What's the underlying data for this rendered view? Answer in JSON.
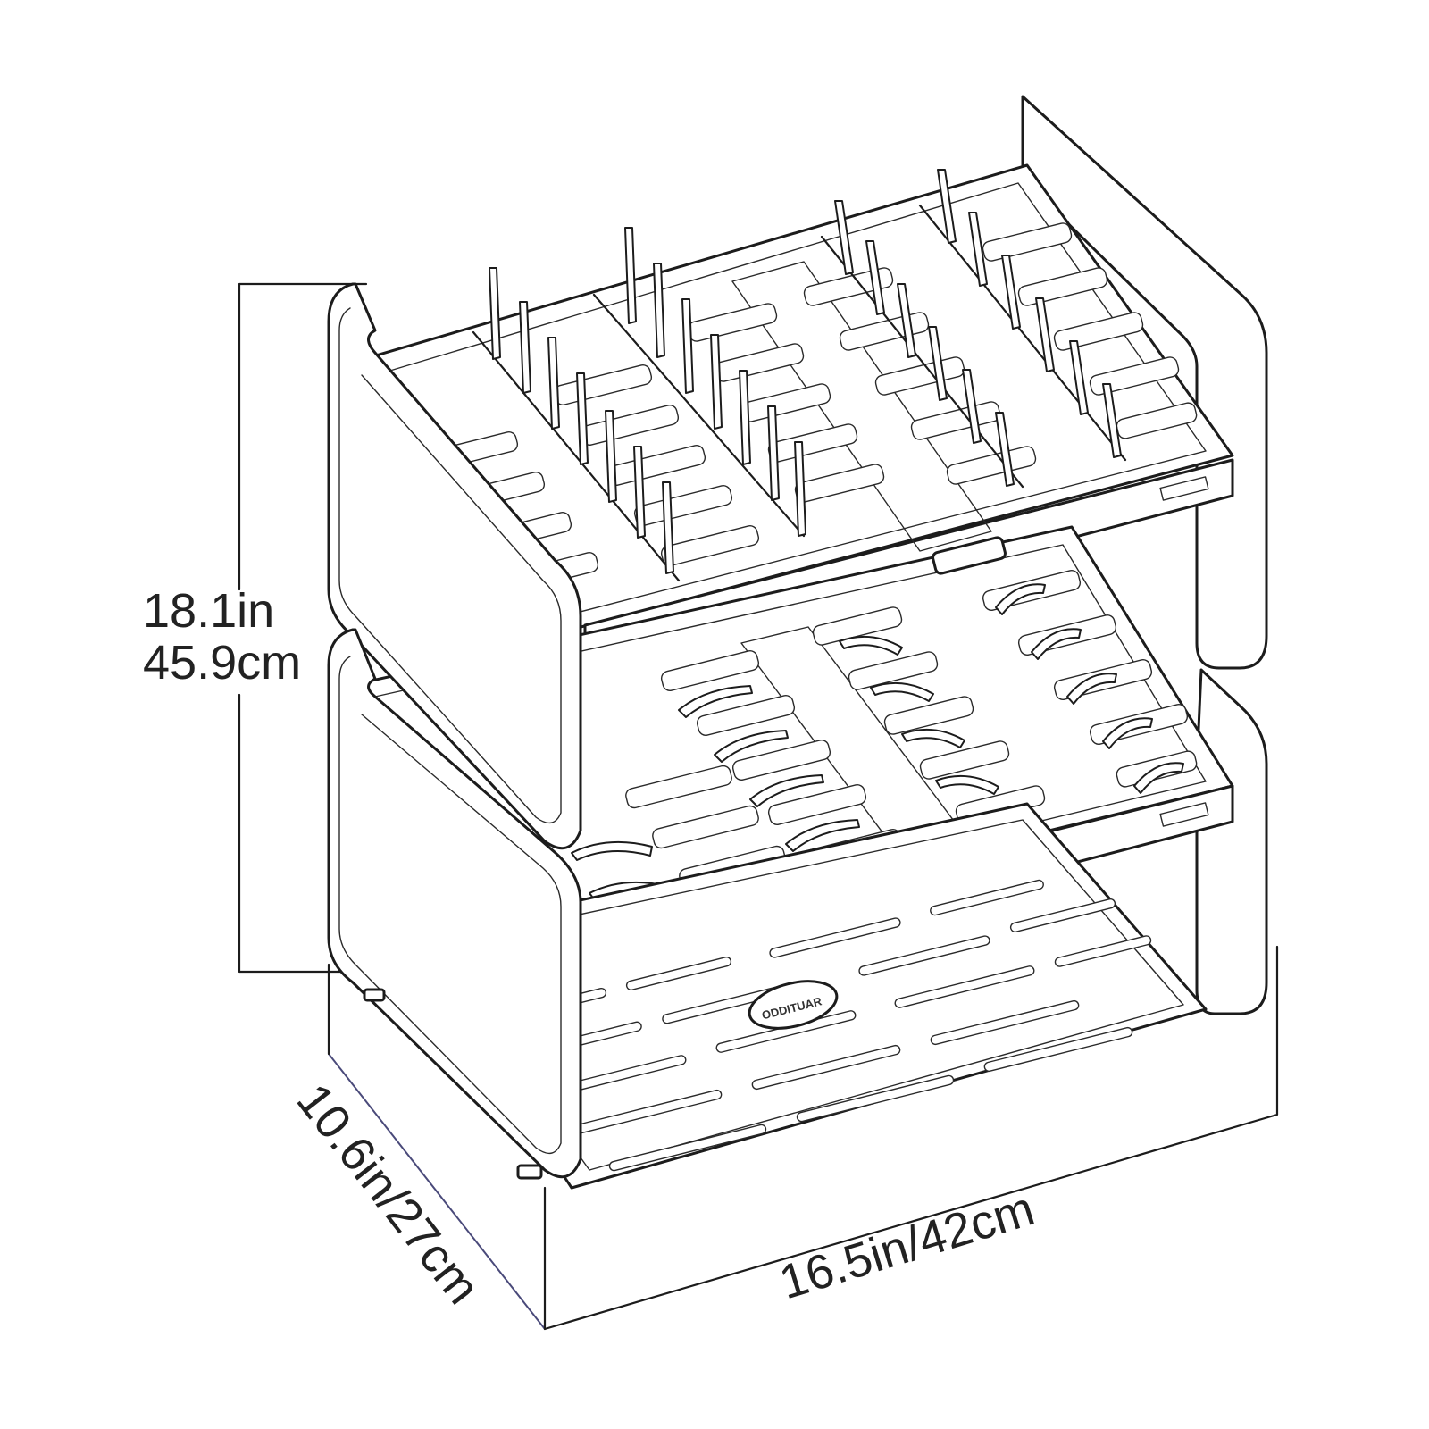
{
  "dimensions": {
    "height_line1": "18.1in",
    "height_line2": "45.9cm",
    "depth": "10.6in/27cm",
    "width": "16.5in/42cm"
  },
  "product": {
    "logo_text": "ODDITUAR"
  },
  "colors": {
    "line": "#1c1c1c",
    "background": "#ffffff",
    "depth_line": "#4a4a7a"
  }
}
